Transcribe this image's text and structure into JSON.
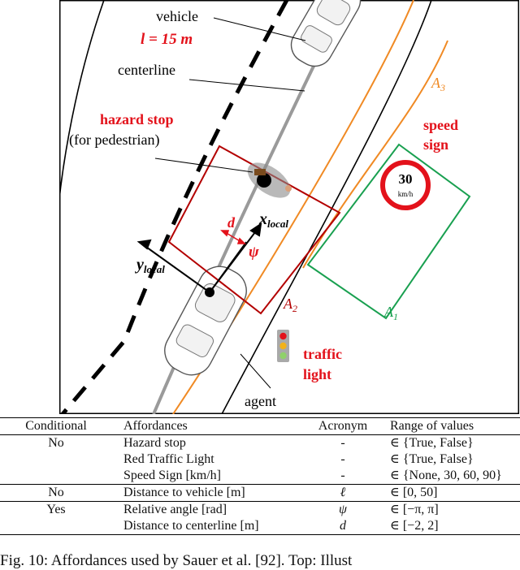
{
  "diagram": {
    "labels": {
      "vehicle": "vehicle",
      "l_eq": "l = 15 m",
      "centerline": "centerline",
      "A3": "A",
      "A3_sub": "3",
      "speed_sign_1": "speed",
      "speed_sign_2": "sign",
      "hazard_stop": "hazard stop",
      "for_pedestrian": "(for pedestrian)",
      "speed_value": "30",
      "speed_unit": "km/h",
      "d": "d",
      "x_local": "x",
      "x_local_sub": "local",
      "y_local": "y",
      "y_local_sub": "local",
      "psi": "ψ",
      "A2": "A",
      "A2_sub": "2",
      "A1": "A",
      "A1_sub": "1",
      "traffic_1": "traffic",
      "traffic_2": "light",
      "agent": "agent"
    },
    "colors": {
      "red_label": "#e3121b",
      "hazard_box": "#b30000",
      "orange_line": "#f08a24",
      "green_box": "#19a050",
      "sign_ring": "#e3121b",
      "light_red": "#e3121b",
      "light_yellow": "#f2b21a",
      "light_green": "#8fd16a"
    }
  },
  "table": {
    "headers": [
      "Conditional",
      "Affordances",
      "Acronym",
      "Range of values"
    ],
    "rows": [
      {
        "conditional": "No",
        "affordance": "Hazard stop",
        "acronym": "-",
        "range": "∈ {True, False}"
      },
      {
        "conditional": "",
        "affordance": "Red Traffic Light",
        "acronym": "-",
        "range": "∈ {True, False}"
      },
      {
        "conditional": "",
        "affordance": "Speed Sign [km/h]",
        "acronym": "-",
        "range": "∈ {None, 30, 60, 90}"
      },
      {
        "conditional": "No",
        "affordance": "Distance to vehicle [m]",
        "acronym": "ℓ",
        "range": "∈ [0, 50]"
      },
      {
        "conditional": "Yes",
        "affordance": "Relative angle [rad]",
        "acronym": "ψ",
        "range": "∈ [−π, π]"
      },
      {
        "conditional": "",
        "affordance": "Distance to centerline [m]",
        "acronym": "d",
        "range": "∈ [−2, 2]"
      }
    ]
  },
  "caption": "Fig. 10: Affordances used by Sauer et al. [92]. Top: Illust"
}
